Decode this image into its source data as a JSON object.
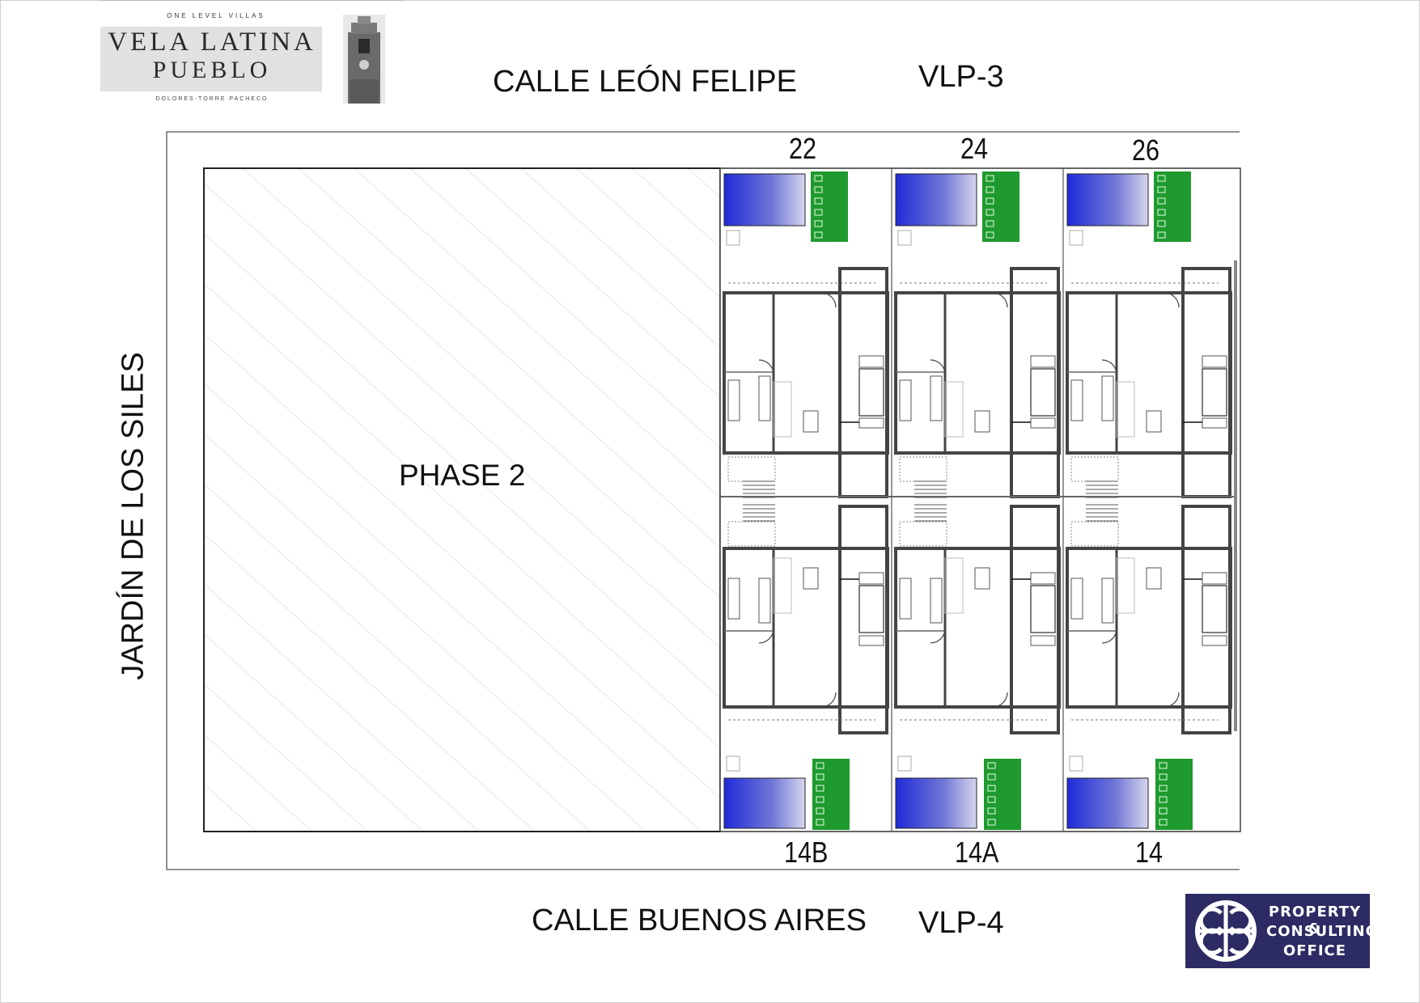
{
  "logo": {
    "tagline": "ONE LEVEL VILLAS",
    "name_line1": "VELA LATINA",
    "name_line2": "PUEBLO",
    "location": "DOLORES-TORRE PACHECO",
    "icon": "church-tower-icon"
  },
  "streets": {
    "top": "CALLE LEÓN FELIPE",
    "bottom": "CALLE BUENOS AIRES",
    "left": "JARDÍN DE LOS SILES"
  },
  "blocks": {
    "top": "VLP-3",
    "bottom": "VLP-4"
  },
  "phase_label": "PHASE 2",
  "plots": {
    "top": [
      "22",
      "24",
      "26"
    ],
    "bottom": [
      "14B",
      "14A",
      "14"
    ]
  },
  "company": {
    "line1": "PROPERTY &",
    "line2": "CONSULTING",
    "line3": "OFFICE",
    "icon": "company-emblem-icon"
  },
  "colors": {
    "pool": "#1f2bd8",
    "garden": "#1f9a2e",
    "company_bg": "#2c2b63"
  }
}
